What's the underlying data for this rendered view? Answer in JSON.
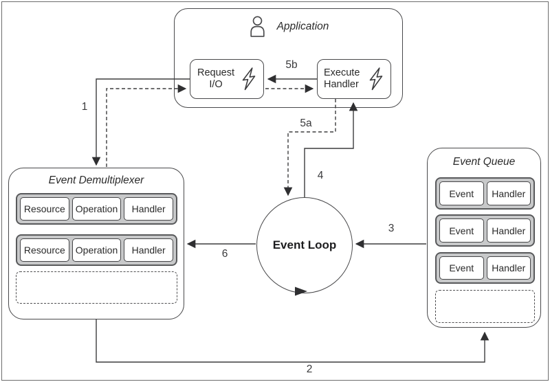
{
  "application": {
    "title": "Application",
    "request_io_label": "Request I/O",
    "execute_handler_label": "Execute Handler"
  },
  "demultiplexer": {
    "title": "Event Demultiplexer",
    "rows": [
      {
        "cells": [
          "Resource",
          "Operation",
          "Handler"
        ]
      },
      {
        "cells": [
          "Resource",
          "Operation",
          "Handler"
        ]
      }
    ]
  },
  "event_queue": {
    "title": "Event Queue",
    "rows": [
      {
        "cells": [
          "Event",
          "Handler"
        ]
      },
      {
        "cells": [
          "Event",
          "Handler"
        ]
      },
      {
        "cells": [
          "Event",
          "Handler"
        ]
      }
    ]
  },
  "event_loop": {
    "label": "Event Loop"
  },
  "flow_labels": {
    "step1": "1",
    "step2": "2",
    "step3": "3",
    "step4": "4",
    "step5a": "5a",
    "step5b": "5b",
    "step6": "6"
  },
  "icons": {
    "application": "user-icon",
    "request_io": "lightning-icon",
    "execute_handler": "lightning-icon"
  },
  "colors": {
    "line": "#3b3b3d",
    "box_border": "#48484a",
    "row_fill": "#c8c9ca",
    "row_border": "#58595b",
    "text": "#262626"
  }
}
